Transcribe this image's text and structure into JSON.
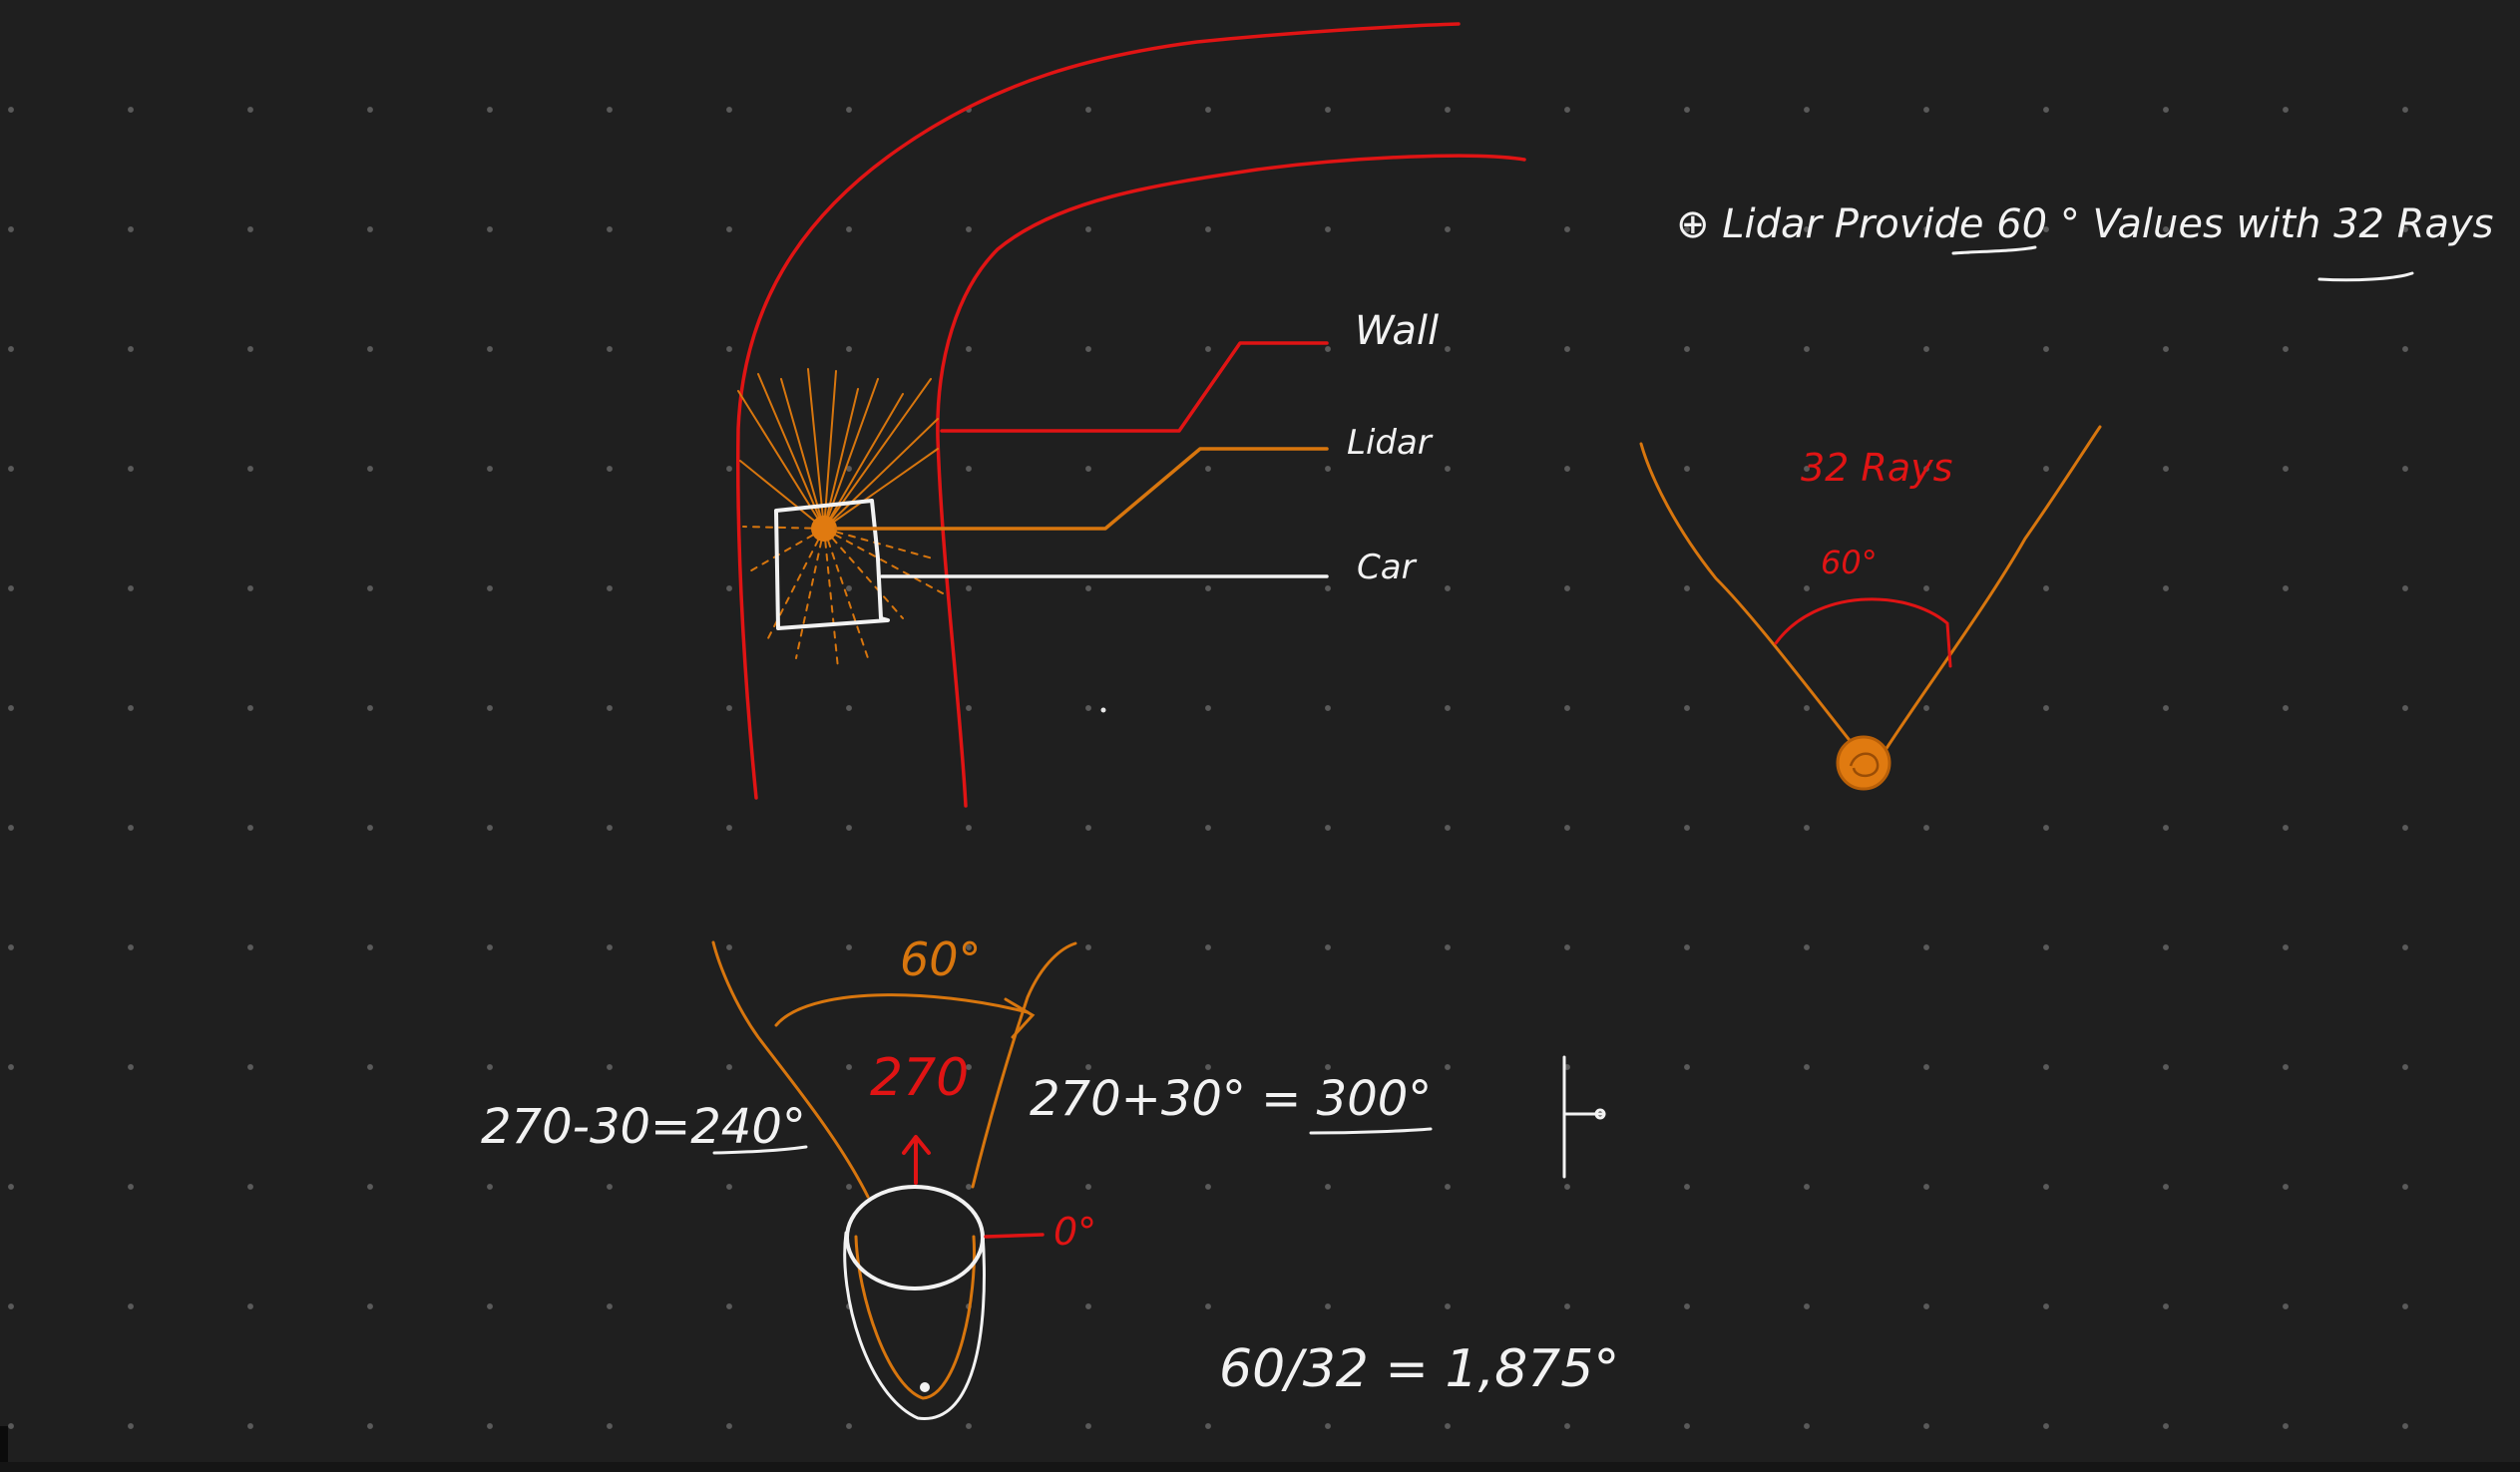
{
  "labels": {
    "wall": "Wall",
    "lidar": "Lidar",
    "car": "Car",
    "note": "⊕ Lidar Provide 60 ° Values with 32 Rays",
    "rays": "32 Rays",
    "fov_small": "60°",
    "fov_large": "60°",
    "heading": "270",
    "left_calc": "270-30=240°",
    "right_calc": "270+30° = 300°",
    "zero_deg": "0°",
    "step_calc": "60/32 = 1,875°"
  },
  "colors": {
    "background": "#1f1f1f",
    "wall": "#e01414",
    "lidar": "#d8760e",
    "car": "#f2f2f2",
    "text": "#f2f2f2"
  }
}
